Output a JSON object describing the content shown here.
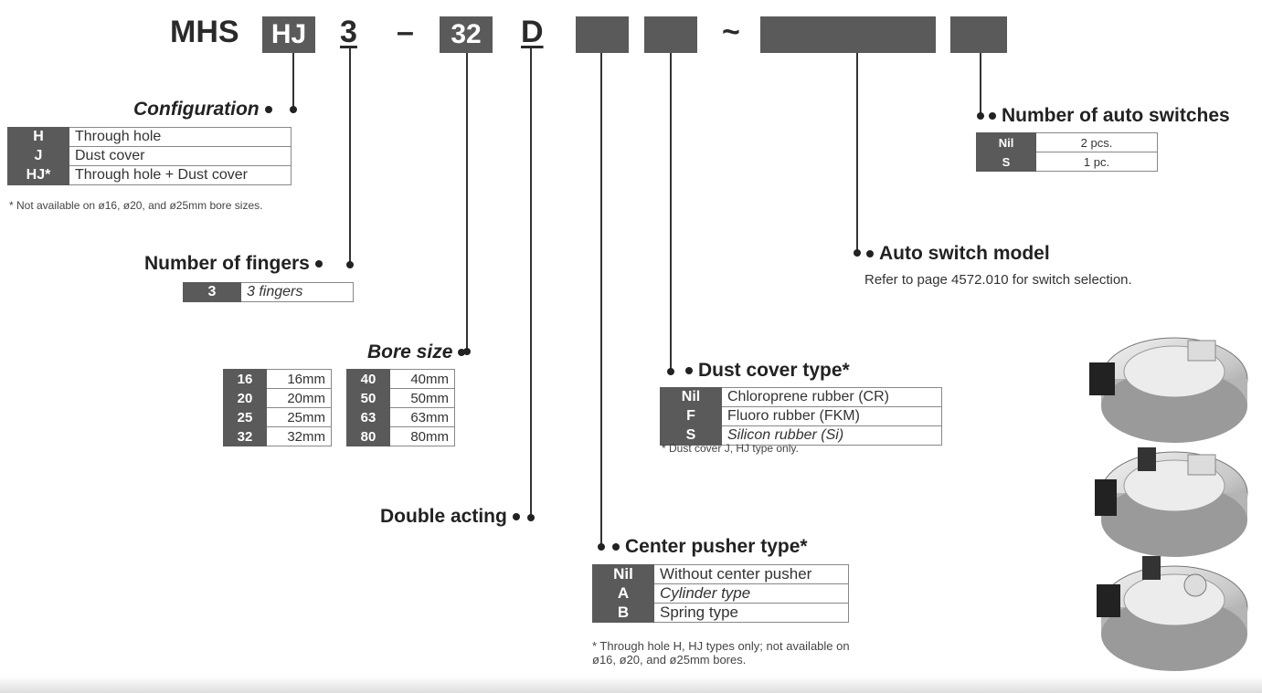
{
  "model_code": {
    "prefix": "MHS",
    "config": "HJ",
    "fingers": "3",
    "dash1": "–",
    "bore": "32",
    "action": "D",
    "dash2": "~"
  },
  "configuration": {
    "title": "Configuration",
    "rows": [
      {
        "k": "H",
        "v": "Through hole"
      },
      {
        "k": "J",
        "v": "Dust cover"
      },
      {
        "k": "HJ*",
        "v": "Through hole + Dust cover"
      }
    ],
    "note": "* Not available on ø16, ø20, and ø25mm bore sizes."
  },
  "fingers": {
    "title": "Number of fingers",
    "rows": [
      {
        "k": "3",
        "v": "3 fingers"
      }
    ]
  },
  "bore_size": {
    "title": "Bore size",
    "left": [
      {
        "k": "16",
        "v": "16mm"
      },
      {
        "k": "20",
        "v": "20mm"
      },
      {
        "k": "25",
        "v": "25mm"
      },
      {
        "k": "32",
        "v": "32mm"
      }
    ],
    "right": [
      {
        "k": "40",
        "v": "40mm"
      },
      {
        "k": "50",
        "v": "50mm"
      },
      {
        "k": "63",
        "v": "63mm"
      },
      {
        "k": "80",
        "v": "80mm"
      }
    ]
  },
  "double_acting": "Double acting",
  "dust_cover": {
    "title": "Dust cover type*",
    "rows": [
      {
        "k": "Nil",
        "v": "Chloroprene rubber (CR)"
      },
      {
        "k": "F",
        "v": "Fluoro rubber (FKM)"
      },
      {
        "k": "S",
        "v": "Silicon rubber (Si)"
      }
    ],
    "note": "* Dust cover J, HJ type only."
  },
  "center_pusher": {
    "title": "Center pusher type*",
    "rows": [
      {
        "k": "Nil",
        "v": "Without center pusher"
      },
      {
        "k": "A",
        "v": "Cylinder type"
      },
      {
        "k": "B",
        "v": "Spring type"
      }
    ],
    "note": "* Through hole H, HJ types only; not available on ø16, ø20, and ø25mm bores."
  },
  "auto_switch": {
    "title": "Auto switch model",
    "sub": "Refer to page 4572.010 for switch selection."
  },
  "num_switches": {
    "title": "Number of auto switches",
    "rows": [
      {
        "k": "Nil",
        "v": "2 pcs."
      },
      {
        "k": "S",
        "v": "1 pc."
      }
    ]
  },
  "colors": {
    "box": "#5a5a5a",
    "text": "#222222"
  }
}
